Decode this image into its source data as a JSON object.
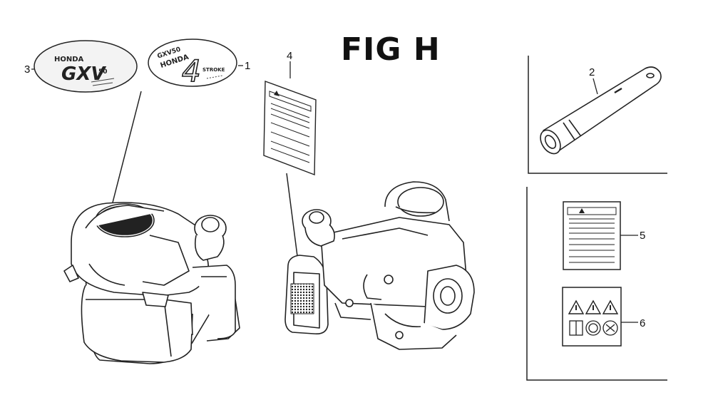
{
  "figure": {
    "title": "FIG H"
  },
  "callouts": [
    {
      "id": "1",
      "label": "1"
    },
    {
      "id": "2",
      "label": "2"
    },
    {
      "id": "3",
      "label": "3"
    },
    {
      "id": "4",
      "label": "4"
    },
    {
      "id": "5",
      "label": "5"
    },
    {
      "id": "6",
      "label": "6"
    }
  ],
  "decals": {
    "gxv_decal": {
      "brand": "HONDA",
      "model": "GXV",
      "sub": "50"
    },
    "honda_4stroke_decal": {
      "line1": "GXV50",
      "line2": "HONDA",
      "big": "4",
      "sub": "STROKE"
    }
  }
}
